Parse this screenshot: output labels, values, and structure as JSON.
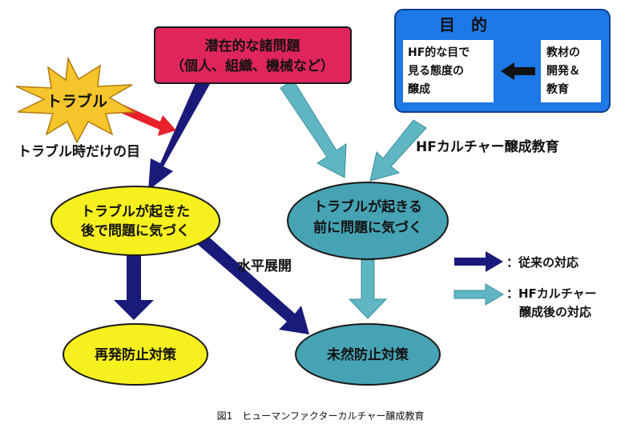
{
  "nodes": {
    "latent_issues": {
      "line1": "潜在的な諸問題",
      "line2": "（個人、組織、機械など）"
    },
    "trouble_burst": "トラブル",
    "trouble_only_eye": "トラブル時だけの目",
    "after_trouble": {
      "line1": "トラブルが起きた",
      "line2": "後で問題に気づく"
    },
    "before_trouble": {
      "line1": "トラブルが起きる",
      "line2": "前に問題に気づく"
    },
    "recurrence_prevention": "再発防止対策",
    "preventive_measures": "未然防止対策",
    "hf_culture_education": "HFカルチャー醸成教育",
    "horizontal_deployment": "水平展開"
  },
  "purpose": {
    "title": "目　的",
    "goal": {
      "line1": "HF的な目で",
      "line2": "見る態度の",
      "line3": "醸成"
    },
    "materials": {
      "line1": "教材の",
      "line2": "開発＆",
      "line3": "教育"
    }
  },
  "legend": {
    "conventional": "：従来の対応",
    "hf_line1": "：HFカルチャー",
    "hf_line2": "醸成後の対応"
  },
  "caption": "図1　ヒューマンファクターカルチャー醸成教育",
  "colors": {
    "dark_arrow": "#1a1a7a",
    "light_arrow": "#5fb6c2",
    "red_arrow": "#e8202a",
    "pink_box": "#e0255c",
    "blue_box": "#1e78e6",
    "yellow": "#f6f01e",
    "teal": "#46a3b4",
    "burst": "#f6c52c"
  }
}
